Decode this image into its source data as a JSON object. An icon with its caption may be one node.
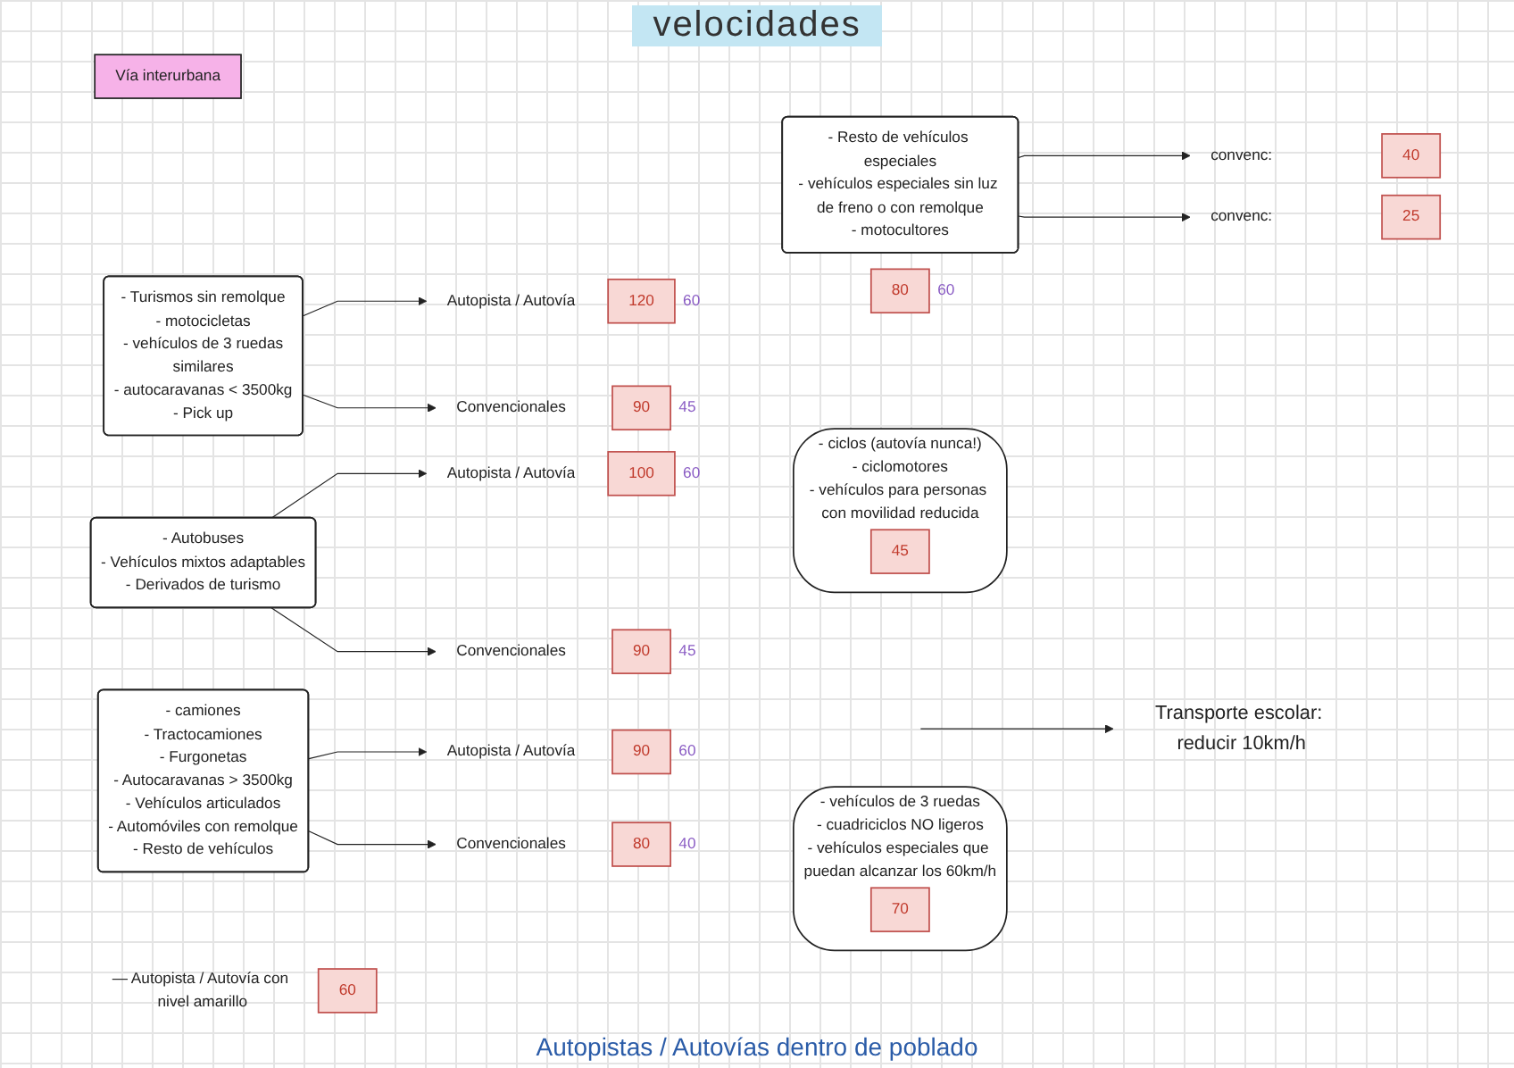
{
  "diagram": {
    "title": "velocidades",
    "nodes": [
      {
        "text": [
          "Vía interurbana"
        ]
      },
      {
        "text": [
          "- Turismos sin remolque",
          "- motocicletas",
          "- vehículos de 3 ruedas",
          "similares",
          "- autocaravanas < 3500kg",
          "- Pick up"
        ]
      },
      {
        "text": [
          "Autopista / Autovía"
        ]
      },
      {
        "text": [
          "120"
        ],
        "beside": [
          "60"
        ]
      },
      {
        "text": [
          "Convencionales"
        ]
      },
      {
        "text": [
          "90"
        ],
        "beside": [
          "45"
        ]
      },
      {
        "text": [
          "- Autobuses",
          "- Vehículos mixtos adaptables",
          "- Derivados de turismo"
        ]
      },
      {
        "text": [
          "Autopista / Autovía"
        ]
      },
      {
        "text": [
          "100"
        ],
        "beside": [
          "60"
        ]
      },
      {
        "text": [
          "Convencionales"
        ]
      },
      {
        "text": [
          "90"
        ],
        "beside": [
          "45"
        ]
      },
      {
        "text": [
          "- camiones",
          "- Tractocamiones",
          "- Furgonetas",
          "- Autocaravanas > 3500kg",
          "- Vehículos articulados",
          "- Automóviles con remolque",
          "- Resto de vehículos"
        ]
      },
      {
        "text": [
          "Autopista / Autovía"
        ]
      },
      {
        "text": [
          "90"
        ],
        "beside": [
          "60"
        ]
      },
      {
        "text": [
          "Convencionales"
        ]
      },
      {
        "text": [
          "80"
        ],
        "beside": [
          "40"
        ]
      },
      {
        "text": [
          "- vehículos de 3 ruedas",
          "- cuadriciclos NO ligeros",
          "- vehículos especiales que puedan alcanzar los 60km/h"
        ]
      },
      {
        "text": [
          "70"
        ],
        "in": 16
      },
      {
        "text": [
          "- ciclos (autovía nunca!)",
          "- ciclomotores",
          "- vehículos para personas con movilidad reducida"
        ]
      },
      {
        "text": [
          "45"
        ],
        "in": 18
      },
      {
        "text": [
          "- Resto de vehículos especiales",
          "- vehículos especiales sin luz de freno o con remolque",
          "- motocultores"
        ]
      },
      {
        "text": [
          "convenc:"
        ]
      },
      {
        "text": [
          "40"
        ]
      },
      {
        "text": [
          "convenc:"
        ]
      },
      {
        "text": [
          "25"
        ]
      },
      {
        "text": [
          "80"
        ],
        "beside": [
          "60"
        ]
      },
      {
        "text": [
          "Transporte escolar: reducir 10km/h"
        ]
      },
      {
        "text": [
          "60"
        ],
        "beside": [
          "— Autopista / Autovía con nivel amarillo"
        ]
      }
    ],
    "edges": [
      {
        "from": 1,
        "to": 2,
        "arrow": "to"
      },
      {
        "from": 1,
        "to": 4,
        "arrow": "to"
      },
      {
        "from": 6,
        "to": 7,
        "arrow": "to"
      },
      {
        "from": 6,
        "to": 9,
        "arrow": "to"
      },
      {
        "from": 11,
        "to": 12,
        "arrow": "to"
      },
      {
        "from": 11,
        "to": 14,
        "arrow": "to"
      },
      {
        "from": 20,
        "to": 21,
        "arrow": "to"
      },
      {
        "from": 20,
        "to": 23,
        "arrow": "to"
      },
      {
        "from": null,
        "to": 26,
        "arrow": "to"
      }
    ],
    "labels": [
      "Autopistas / Autovías dentro de poblado"
    ]
  }
}
